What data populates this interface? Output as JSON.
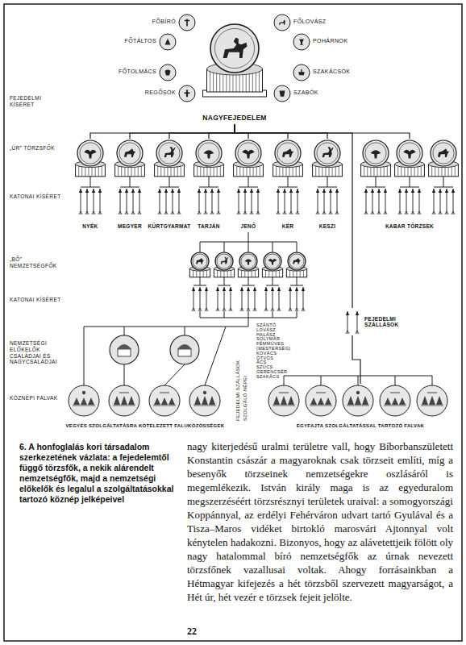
{
  "diagram": {
    "caption": "6. A honfoglalás kori társadalom szerkezetének vázlata: a fejedelemtől függő törzsfők, a nekik alárendelt nemzetségfők, majd a nemzetségi előkelők és legalul a szolgáltatásokkal tartozó köznép jelképeivel",
    "nodes": [
      {
        "text": [
          "NAGYFEJEDELEM"
        ]
      },
      {
        "text": [
          "NYÉK"
        ]
      },
      {
        "text": [
          "MEGYER"
        ]
      },
      {
        "text": [
          "KÜRTGYARMAT"
        ]
      },
      {
        "text": [
          "TARJÁN"
        ]
      },
      {
        "text": [
          "JENŐ"
        ]
      },
      {
        "text": [
          "KÉR"
        ]
      },
      {
        "text": [
          "KESZI"
        ]
      },
      {
        "text": [
          "KABAR TÖRZSEK"
        ]
      },
      {
        "text": [
          "FEJEDELMI SZÁLLÁSOK"
        ]
      },
      {
        "text": [
          "VEGYES SZOLGÁLTATÁSRA KÖTELEZETT FALUKÖZÖSSÉGEK"
        ]
      },
      {
        "text": [
          "EGYFAJTA SZOLGÁLTATÁSSAL TARTOZÓ FALVAK"
        ]
      }
    ],
    "edges": [
      {
        "from": 0,
        "to": 1,
        "arrow": "none"
      },
      {
        "from": 0,
        "to": 2,
        "arrow": "none"
      },
      {
        "from": 0,
        "to": 3,
        "arrow": "none"
      },
      {
        "from": 0,
        "to": 4,
        "arrow": "none"
      },
      {
        "from": 0,
        "to": 5,
        "arrow": "none"
      },
      {
        "from": 0,
        "to": 6,
        "arrow": "none"
      },
      {
        "from": 0,
        "to": 7,
        "arrow": "none"
      },
      {
        "from": 0,
        "to": 8,
        "arrow": "none"
      },
      {
        "from": 0,
        "to": 9,
        "arrow": "none"
      },
      {
        "from": 9,
        "to": 11,
        "arrow": "none"
      }
    ],
    "labels": [
      "FŐBÍRÓ",
      "FŐTÁLTOS",
      "FŐTOLMÁCS",
      "REGŐSÖK",
      "FŐLOVÁSZ",
      "POHÁRNOK",
      "SZAKÁCSOK",
      "SZABÓK",
      "FEJEDELMI KÍSÉRET",
      "„ÚR” TÖRZSFŐK",
      "KATONAI KÍSÉRET",
      "„BŐ” NEMZETSÉGFŐK",
      "KATONAI KÍSÉRET",
      "NEMZETSÉGI ELŐKELŐK CSALÁDJAI ÉS NAGYCSALÁDJAI",
      "KÖZNÉPI FALVAK",
      "FEJEDELMI SZÁLLÁSOK",
      "SZOLGÁLÓ NÉPEI",
      "SZÁNTÓ",
      "LOVÁSZ",
      "HALÁSZ",
      "SOLYMÁR",
      "FÉMMŰVES",
      "(MESTERSÉG)",
      "KOVÁCS",
      "ÖTVÖS",
      "ÁCS",
      "SZŰCS",
      "GERENCSÉR",
      "SZAKÁCS",
      "nagy kiterjedésű uralmi területre vall, hogy Bíborbanszületett Konstantin császár a magyaroknak csak törzseit említi, míg a besenyők törzseinek nemzetségekre oszlásáról is megemlékezik. István király maga is az egyeduralom megszerzéséért törzsrésznyi területek uraival: a somogyországi Koppánnyal, az erdélyi Fehérváron udvart tartó Gyulával és a Tisza–Maros vidéket birtokló marosvári Ajtonnyal volt kénytelen hadakozni. Bizonyos, hogy az alávetettjeik fölött oly nagy hatalommal bíró nemzetségfők az úrnak nevezett törzsfőnek vazallusai voltak. Ahogy forrásainkban a Hétmagyar kifejezés a hét törzsből szervezett magyarságot, a Hét úr, hét vezér e törzsek fejeit jelölte.",
      "22"
    ]
  }
}
